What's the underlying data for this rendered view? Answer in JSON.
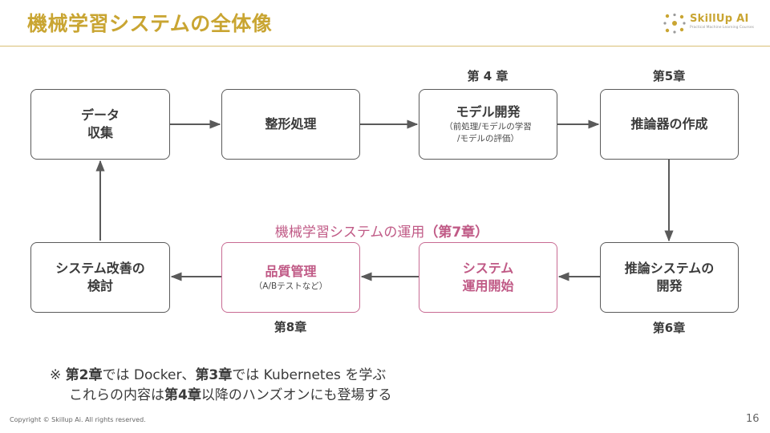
{
  "header": {
    "title": "機械学習システムの全体像",
    "logo_name": "SkillUp AI",
    "logo_tagline": "Practical Machine Learning Courses"
  },
  "diagram": {
    "boxes": {
      "data_collection": {
        "line1": "データ",
        "line2": "収集"
      },
      "preprocessing": {
        "label": "整形処理"
      },
      "model_dev": {
        "label": "モデル開発",
        "sub1": "（前処理/モデルの学習",
        "sub2": "/モデルの評価）"
      },
      "inference_build": {
        "label": "推論器の作成"
      },
      "inference_system_dev": {
        "line1": "推論システムの",
        "line2": "開発"
      },
      "system_ops_start": {
        "line1": "システム",
        "line2": "運用開始"
      },
      "quality_mgmt": {
        "label": "品質管理",
        "sub": "（A/Bテストなど）"
      },
      "system_improve": {
        "line1": "システム改善の",
        "line2": "検討"
      }
    },
    "chapters": {
      "model_dev": "第 4 章",
      "inference_build": "第5章",
      "inference_system_dev": "第6章",
      "quality_mgmt": "第8章"
    },
    "ops_section": {
      "label": "機械学習システムの運用",
      "chapter": "（第7章）"
    },
    "colors": {
      "box_border": "#5a5a5a",
      "ops_accent": "#c86b93",
      "title": "#c9a532"
    }
  },
  "note": {
    "mark": "※",
    "line1": {
      "ch2": "第2章",
      "t1": "では Docker、",
      "ch3": "第3章",
      "t2": "では Kubernetes を学ぶ"
    },
    "line2": {
      "t1": "これらの内容は",
      "ch4": "第4章",
      "t2": "以降のハンズオンにも登場する"
    }
  },
  "footer": {
    "copyright": "Copyright © Skillup Ai. All rights reserved.",
    "page_number": "16"
  }
}
